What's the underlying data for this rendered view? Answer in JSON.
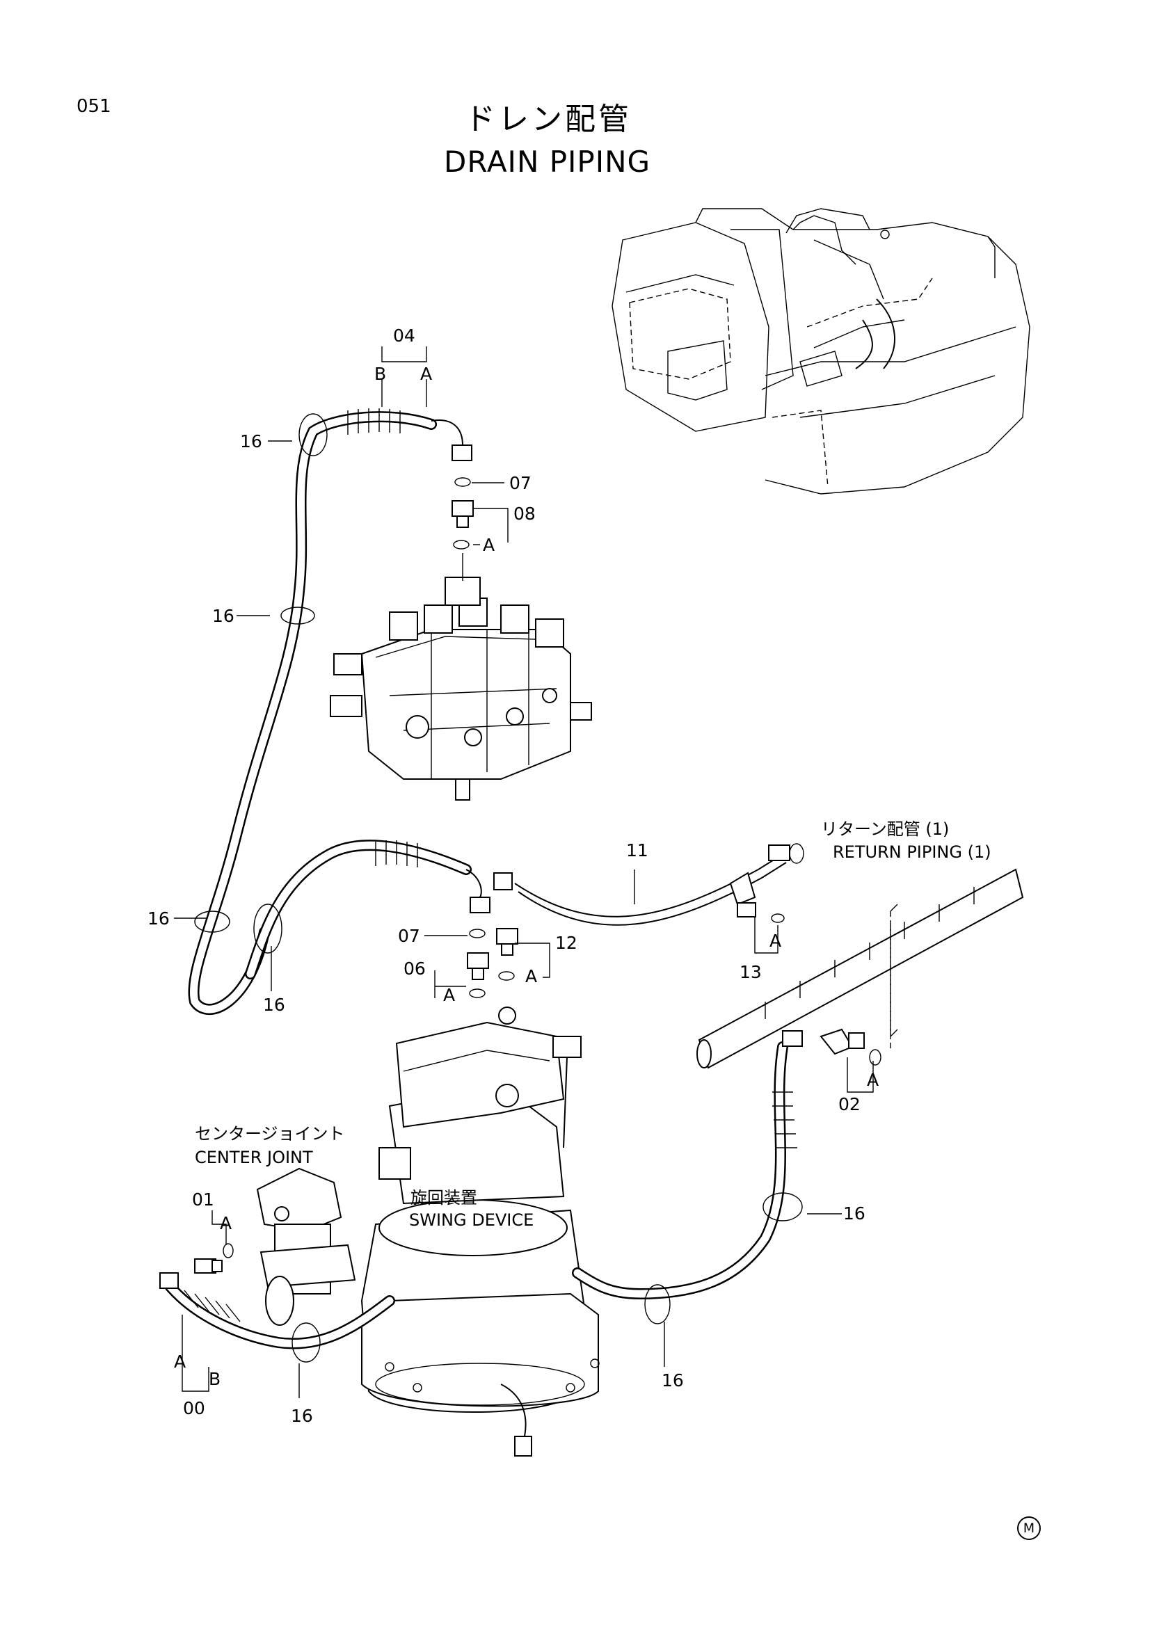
{
  "page_number": "051",
  "title": {
    "japanese": "ドレン配管",
    "english": "DRAIN PIPING"
  },
  "assemblies": {
    "return_piping": {
      "japanese": "リターン配管 (1)",
      "english": "RETURN PIPING (1)"
    },
    "center_joint": {
      "japanese": "センタージョイント",
      "english": "CENTER JOINT"
    },
    "swing_device": {
      "japanese": "旋回装置",
      "english": "SWING DEVICE"
    }
  },
  "callouts": {
    "c04": "04",
    "c04_b": "B",
    "c04_a": "A",
    "c16_a": "16",
    "c07_a": "07",
    "c08": "08",
    "c08_a": "A",
    "c16_b": "16",
    "c11": "11",
    "c16_c": "16",
    "c16_d": "16",
    "c07_b": "07",
    "c12": "12",
    "c12_a": "A",
    "c06": "06",
    "c06_a": "A",
    "c13_a": "A",
    "c13": "13",
    "c02_a": "A",
    "c02": "02",
    "c01": "01",
    "c01_a": "A",
    "c16_e": "16",
    "c00_a": "A",
    "c00_b": "B",
    "c00": "00",
    "c16_f": "16",
    "c16_g": "16"
  },
  "corner_mark": "M"
}
